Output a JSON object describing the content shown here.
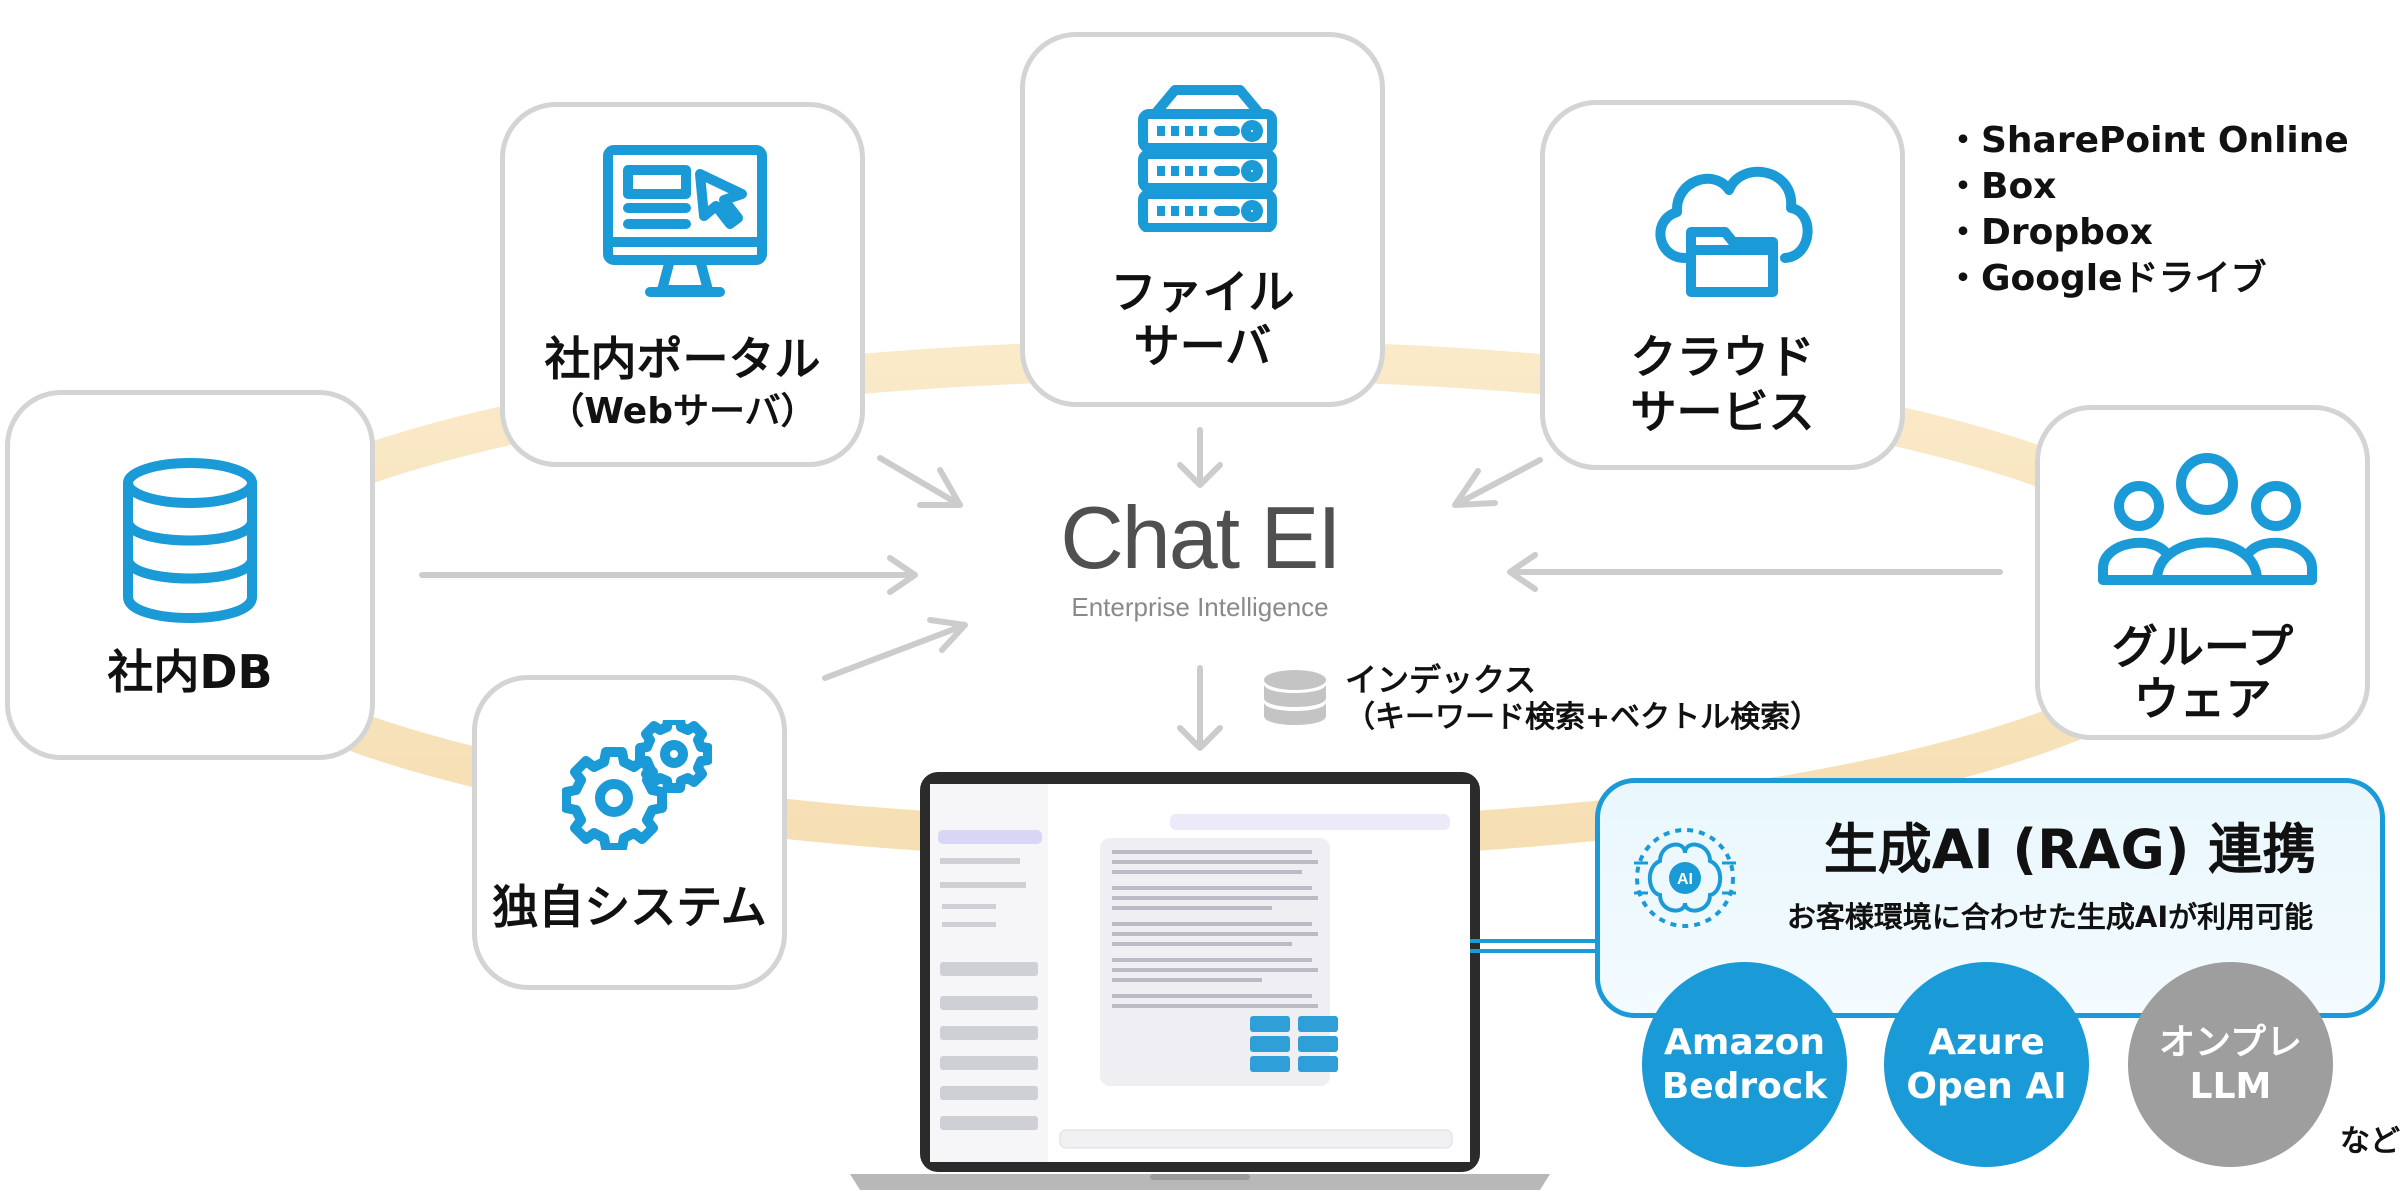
{
  "sources": {
    "portal": {
      "title": "社内ポータル",
      "sub": "（Webサーバ）"
    },
    "fileserver": {
      "line1": "ファイル",
      "line2": "サーバ"
    },
    "cloud": {
      "line1": "クラウド",
      "line2": "サービス"
    },
    "db": {
      "title": "社内DB"
    },
    "groupware": {
      "line1": "グループ",
      "line2": "ウェア"
    },
    "custom": {
      "title": "独自システム"
    }
  },
  "cloud_list": [
    "・SharePoint Online",
    "・Box",
    "・Dropbox",
    "・Googleドライブ"
  ],
  "logo": {
    "name": "Chat EI",
    "tagline": "Enterprise Intelligence"
  },
  "index": {
    "line1": "インデックス",
    "line2": "（キーワード検索+ベクトル検索）"
  },
  "rag": {
    "title": "生成AI (RAG) 連携",
    "subtitle": "お客様環境に合わせた生成AIが利用可能",
    "ai_badge": "AI"
  },
  "llms": [
    {
      "line1": "Amazon",
      "line2": "Bedrock",
      "color": "#1a9ad6"
    },
    {
      "line1": "Azure",
      "line2": "Open AI",
      "color": "#1a9ad6"
    },
    {
      "line1": "オンプレ",
      "line2": "LLM",
      "color": "#9e9e9e"
    }
  ],
  "etc": "など",
  "colors": {
    "accent": "#1a9ad6",
    "border": "#d4d4d4",
    "ring": "#f7dfae",
    "arrow": "#cccccc",
    "onprem": "#9e9e9e"
  }
}
